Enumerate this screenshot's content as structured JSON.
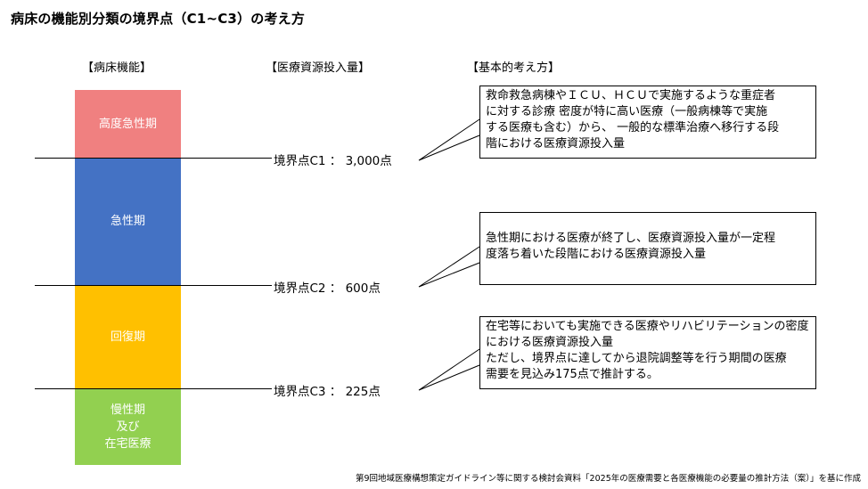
{
  "title": "病床の機能別分類の境界点（C1~C3）の考え方",
  "headers": {
    "function": "【病床機能】",
    "resource": "【医療資源投入量】",
    "concept": "【基本的考え方】"
  },
  "segments": [
    {
      "label": "高度急性期",
      "color": "#f08080"
    },
    {
      "label": "急性期",
      "color": "#4472c4"
    },
    {
      "label": "回復期",
      "color": "#ffc000"
    },
    {
      "label": "慢性期\n及び\n在宅医療",
      "color": "#92d050"
    }
  ],
  "boundaries": [
    {
      "label": "境界点C1 ： 3,000点"
    },
    {
      "label": "境界点C2 ： 600点"
    },
    {
      "label": "境界点C3 ： 225点"
    }
  ],
  "callouts": [
    {
      "text": "救命救急病棟やＩＣＵ、ＨＣＵで実施するような重症者\nに対する診療 密度が特に高い医療（一般病棟等で実施\nする医療も含む）から、 一般的な標準治療へ移行する段\n階における医療資源投入量"
    },
    {
      "text": "急性期における医療が終了し、医療資源投入量が一定程\n度落ち着いた段階における医療資源投入量"
    },
    {
      "text": "在宅等においても実施できる医療やリハビリテーションの密度\nにおける医療資源投入量\nただし、境界点に達してから退院調整等を行う期間の医療\n需要を見込み175点で推計する。"
    }
  ],
  "source": "第9回地域医療構想策定ガイドライン等に関する検討会資料「2025年の医療需要と各医療機能の必要量の推計方法（案）」を基に作成"
}
